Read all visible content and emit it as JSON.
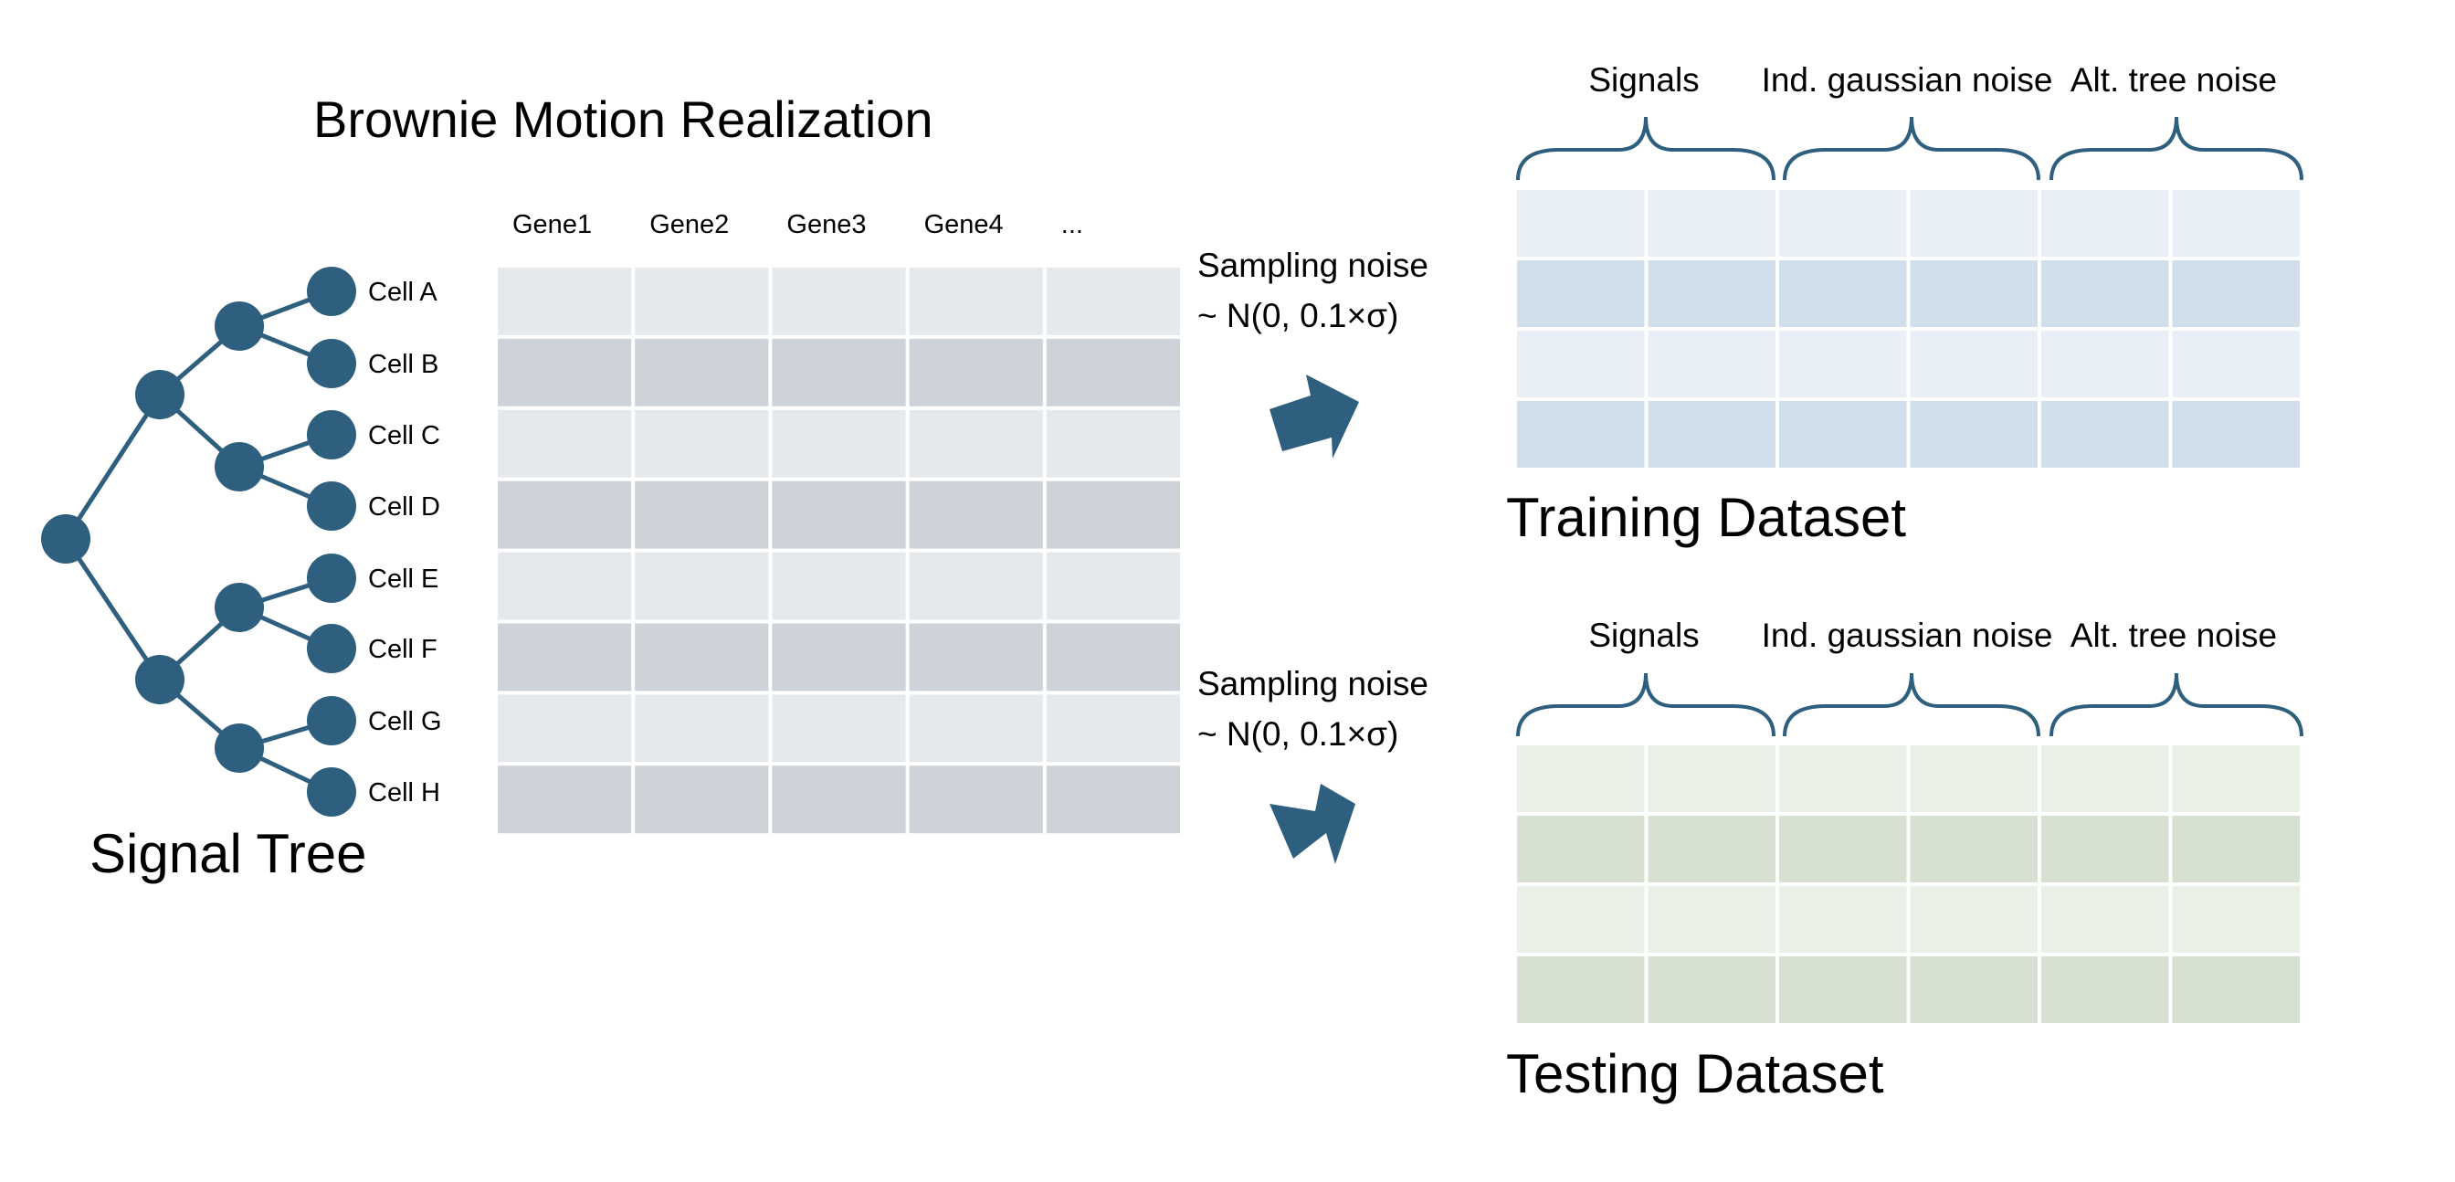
{
  "colors": {
    "tree": "#2e5f7f",
    "matrix_light": "#e6e9ec",
    "matrix_dark": "#cdd3d8",
    "training_light": "#e8eff6",
    "training_dark": "#d1deec",
    "testing_light": "#e9f0e6",
    "testing_dark": "#d6e1d1"
  },
  "title": "Brownie Motion Realization",
  "tree": {
    "label": "Signal Tree",
    "cells": [
      "Cell A",
      "Cell B",
      "Cell C",
      "Cell D",
      "Cell E",
      "Cell F",
      "Cell G",
      "Cell H"
    ]
  },
  "matrix": {
    "columns": [
      "Gene1",
      "Gene2",
      "Gene3",
      "Gene4",
      "..."
    ]
  },
  "sampling": {
    "top": {
      "line1": "Sampling noise",
      "line2": "~ N(0, 0.1×σ)"
    },
    "bottom": {
      "line1": "Sampling noise",
      "line2": "~ N(0, 0.1×σ)"
    }
  },
  "training": {
    "label": "Training Dataset",
    "groups": [
      "Signals",
      "Ind. gaussian noise",
      "Alt. tree noise"
    ]
  },
  "testing": {
    "label": "Testing Dataset",
    "groups": [
      "Signals",
      "Ind. gaussian noise",
      "Alt. tree noise"
    ]
  }
}
